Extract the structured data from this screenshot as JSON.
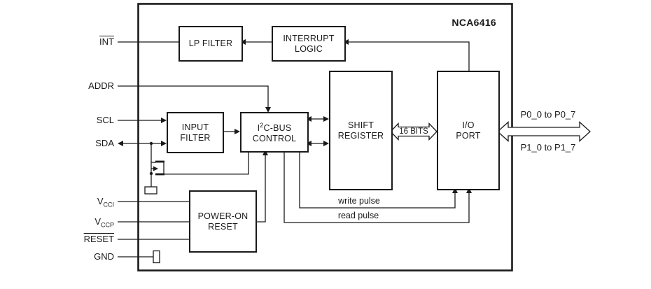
{
  "title": "NCA6416",
  "blocks": {
    "lp_filter": "LP FILTER",
    "interrupt_logic": "INTERRUPT LOGIC",
    "input_filter": "INPUT FILTER",
    "i2c_pre": "I",
    "i2c_sup": "2",
    "i2c_post": "C-BUS",
    "i2c_line2": "CONTROL",
    "shift_register": "SHIFT REGISTER",
    "io_port": "I/O PORT",
    "power_on_reset": "POWER-ON RESET"
  },
  "pins": {
    "int": "INT",
    "addr": "ADDR",
    "scl": "SCL",
    "sda": "SDA",
    "vcci_main": "V",
    "vcci_sub": "CCI",
    "vccp_main": "V",
    "vccp_sub": "CCP",
    "reset": "RESET",
    "gnd": "GND"
  },
  "buses": {
    "bits16": "16 BITS",
    "p0": "P0_0 to P0_7",
    "p1": "P1_0 to P1_7"
  },
  "signals": {
    "write_pulse": "write pulse",
    "read_pulse": "read pulse"
  },
  "colors": {
    "line": "#1a1a1a",
    "background": "#ffffff"
  }
}
